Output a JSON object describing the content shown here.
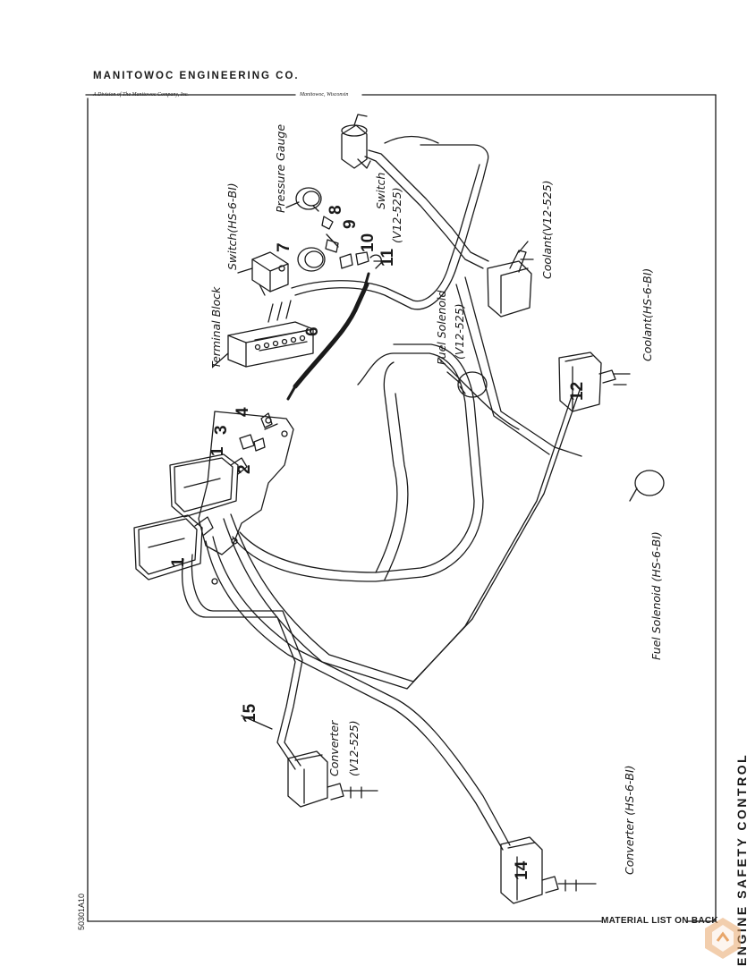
{
  "header": {
    "company": "MANITOWOC ENGINEERING CO.",
    "division": "A Division of The Manitowoc Company, Inc.",
    "city": "Manitowoc, Wisconsin"
  },
  "footer": {
    "material_list": "MATERIAL LIST ON BACK",
    "doc_number": "50301A10",
    "title": "ENGINE SAFETY CONTROL"
  },
  "labels": {
    "terminal_block": "Terminal Block",
    "switch_hs": "Switch(HS-6-BI)",
    "pressure_gauge": "Pressure Gauge",
    "switch_v12": "Switch",
    "switch_v12_model": "(V12-525)",
    "coolant_v12": "Coolant(V12-525)",
    "coolant_hs": "Coolant(HS-6-BI)",
    "fuel_solenoid_v12": "Fuel Solenoid",
    "fuel_solenoid_v12_model": "(V12-525)",
    "fuel_solenoid_hs": "Fuel Solenoid (HS-6-BI)",
    "converter_v12": "Converter",
    "converter_v12_model": "(V12-525)",
    "converter_hs": "Converter (HS-6-BI)"
  },
  "callouts": {
    "n1a": "1",
    "n1b": "1",
    "n2": "2",
    "n3": "3",
    "n4": "4",
    "n6": "6",
    "n7": "7",
    "n8": "8",
    "n9": "9",
    "n10": "10",
    "n11": "11",
    "n12": "12",
    "n14": "14",
    "n15": "15"
  },
  "colors": {
    "ink": "#1a1a1a",
    "logo_accent": "#e8a66a"
  }
}
